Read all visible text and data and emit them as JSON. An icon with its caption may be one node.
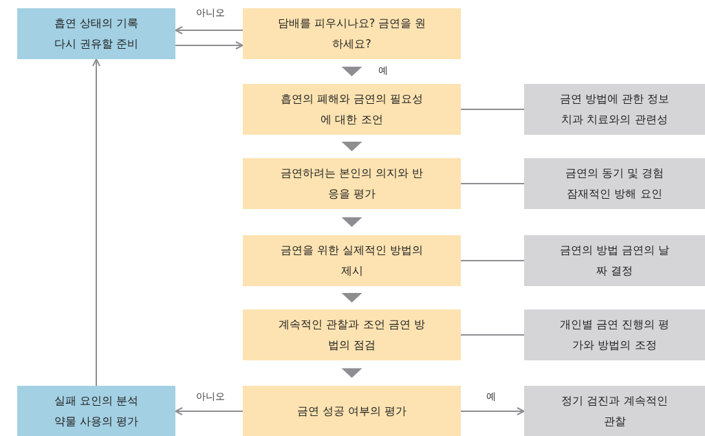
{
  "diagram": {
    "nodes": [
      {
        "text": [
          "흡연 상태의 기록 다시 권유할 준비"
        ]
      },
      {
        "text": [
          "담배를 피우시나요? 금연을 원하세요?"
        ]
      },
      {
        "text": [
          "흡연의 폐해와 금연의 필요성에 대한 조언"
        ]
      },
      {
        "text": [
          "금연 방법에 관한 정보 치과 치료와의 관련성"
        ]
      },
      {
        "text": [
          "금연하려는 본인의 의지와 반응을 평가"
        ]
      },
      {
        "text": [
          "금연의 동기 및 경험 잠재적인 방해 요인"
        ]
      },
      {
        "text": [
          "금연을 위한 실제적인 방법의 제시"
        ]
      },
      {
        "text": [
          "금연의 방법 금연의 날짜 결정"
        ]
      },
      {
        "text": [
          "계속적인 관찰과 조언 금연 방법의 점검"
        ]
      },
      {
        "text": [
          "개인별 금연 진행의 평가와 방법의 조정"
        ]
      },
      {
        "text": [
          "실패 요인의 분석 약물 사용의 평가"
        ]
      },
      {
        "text": [
          "금연 성공 여부의 평가"
        ]
      },
      {
        "text": [
          "정기 검진과 계속적인 관찰"
        ]
      }
    ],
    "edges": [
      {
        "from": 1,
        "to": 0,
        "arrow": "to",
        "label": "아니오"
      },
      {
        "from": 0,
        "to": 1,
        "arrow": "to"
      },
      {
        "from": 1,
        "to": 2,
        "arrow": "to",
        "label": "예"
      },
      {
        "from": 2,
        "to": 3,
        "arrow": "none"
      },
      {
        "from": 2,
        "to": 4,
        "arrow": "to"
      },
      {
        "from": 4,
        "to": 5,
        "arrow": "none"
      },
      {
        "from": 4,
        "to": 6,
        "arrow": "to"
      },
      {
        "from": 6,
        "to": 7,
        "arrow": "none"
      },
      {
        "from": 6,
        "to": 8,
        "arrow": "to"
      },
      {
        "from": 8,
        "to": 9,
        "arrow": "none"
      },
      {
        "from": 8,
        "to": 11,
        "arrow": "to"
      },
      {
        "from": 11,
        "to": 10,
        "arrow": "to",
        "label": "아니오"
      },
      {
        "from": 11,
        "to": 12,
        "arrow": "to",
        "label": "예"
      },
      {
        "from": 10,
        "to": 0,
        "arrow": "to"
      }
    ]
  }
}
